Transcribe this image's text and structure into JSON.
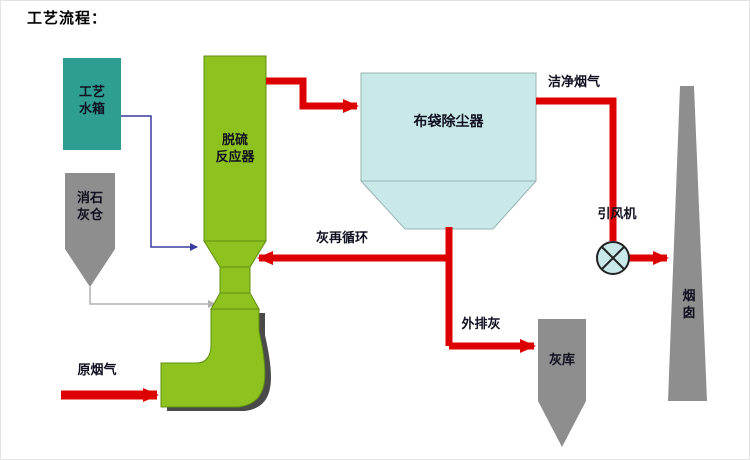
{
  "title": "工艺流程：",
  "colors": {
    "flow_red": "#dd0000",
    "tank_teal": "#2e9e92",
    "reactor_green": "#8dc21f",
    "baghouse_cyan": "#c9e8e8",
    "equipment_gray": "#8e8e8e",
    "water_line_blue": "#3c3c9e",
    "lime_line_gray": "#b0b0b0",
    "label_text": "#101020"
  },
  "nodes": {
    "water_tank": {
      "label": "工艺\n水箱"
    },
    "lime_silo": {
      "label": "消石\n灰仓"
    },
    "reactor": {
      "label": "脱硫\n反应器"
    },
    "baghouse": {
      "label": "布袋除尘器"
    },
    "fan": {
      "label": "引风机"
    },
    "chimney": {
      "label": "烟\n囱"
    },
    "ash_silo": {
      "label": "灰库"
    }
  },
  "flows": {
    "clean_gas": "洁净烟气",
    "ash_recycle": "灰再循环",
    "ash_discharge": "外排灰",
    "raw_gas": "原烟气"
  }
}
